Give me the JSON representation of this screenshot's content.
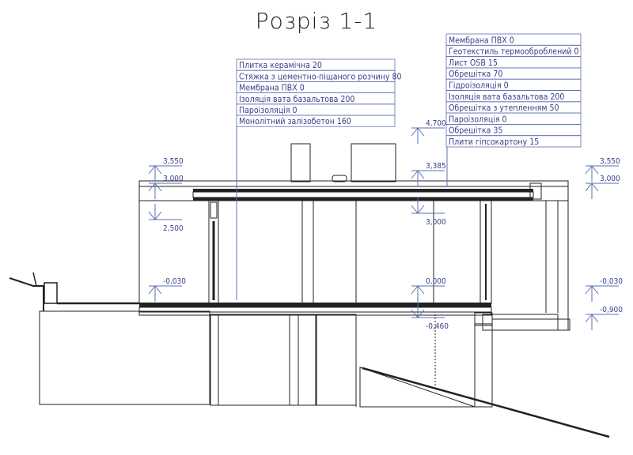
{
  "title": "Розріз 1-1",
  "callouts": {
    "floor": [
      "Плитка керамічна 20",
      "Стяжка з цементно-піщаного розчину 80",
      "Мембрана ПВХ 0",
      "Ізоляція вата базальтова 200",
      "Пароізоляція 0",
      "Монолітний залізобетон 160"
    ],
    "roof": [
      "Мембрана ПВХ 0",
      "Геотекстиль термооброблений 0",
      "Лист OSB 15",
      "Обрешітка 70",
      "Гідроізоляція 0",
      "Ізоляція вата базальтова 200",
      "Обрешітка з утепленням 50",
      "Пароізоляція 0",
      "Обрешітка 35",
      "Плити гіпсокартону 15"
    ]
  },
  "levels": {
    "left_top": "3,550",
    "left_roof": "3,000",
    "left_window": "2,500",
    "left_ground": "-0,030",
    "mid_top": "4,700",
    "mid_roof": "3,385",
    "mid_ceiling": "3,000",
    "mid_floor": "0,000",
    "mid_slab": "-0,460",
    "right_top": "3,550",
    "right_roof": "3,000",
    "right_ground": "-0,030",
    "right_low": "-0,900"
  },
  "colors": {
    "dimension": "#5b6fb3",
    "text": "#3a3f8a",
    "line": "#222222"
  }
}
